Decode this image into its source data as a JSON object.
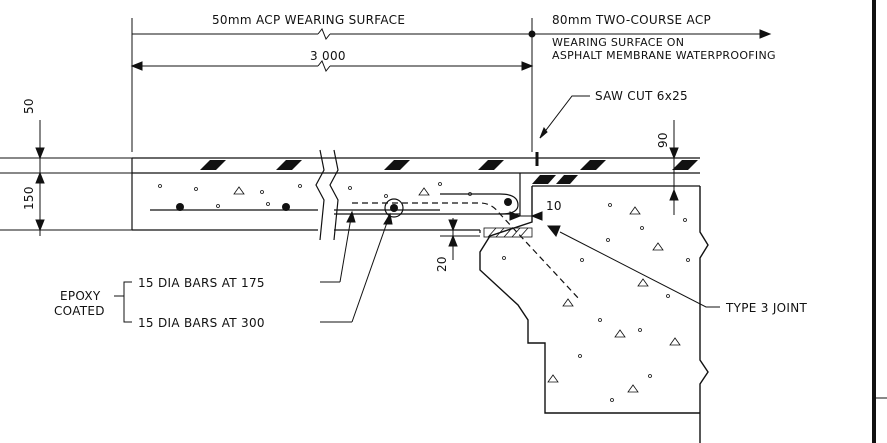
{
  "dims": {
    "top_left": "50mm ACP WEARING SURFACE",
    "top_right": "80mm TWO-COURSE ACP",
    "top_right_line2": "WEARING SURFACE ON",
    "top_right_line3": "ASPHALT MEMBRANE WATERPROOFING",
    "span": "3 000",
    "saw_cut": "SAW CUT 6x25",
    "vert_50": "50",
    "vert_150": "150",
    "vert_90": "90",
    "vert_20": "20",
    "horiz_10": "10"
  },
  "labels": {
    "bars_175": "15 DIA BARS AT 175",
    "bars_300": "15 DIA BARS AT 300",
    "epoxy_line1": "EPOXY",
    "epoxy_line2": "COATED",
    "type3_joint": "TYPE 3 JOINT"
  }
}
